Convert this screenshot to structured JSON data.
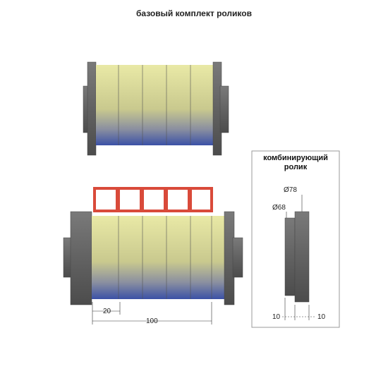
{
  "title": "базовый комплект роликов",
  "panel": {
    "title_line1": "комбинирующий",
    "title_line2": "ролик"
  },
  "dimensions": {
    "d78": "Ø78",
    "d68": "Ø68",
    "w10_left": "10",
    "w10_right": "10",
    "w20": "20",
    "w100": "100"
  },
  "colors": {
    "roller_top": "#e6e6a0",
    "roller_bottom": "#3c52a8",
    "hub": "#6a6a6a",
    "hub_dark": "#4a4a4a",
    "spacer_frame": "#d94a3a",
    "panel_border": "#999999"
  }
}
